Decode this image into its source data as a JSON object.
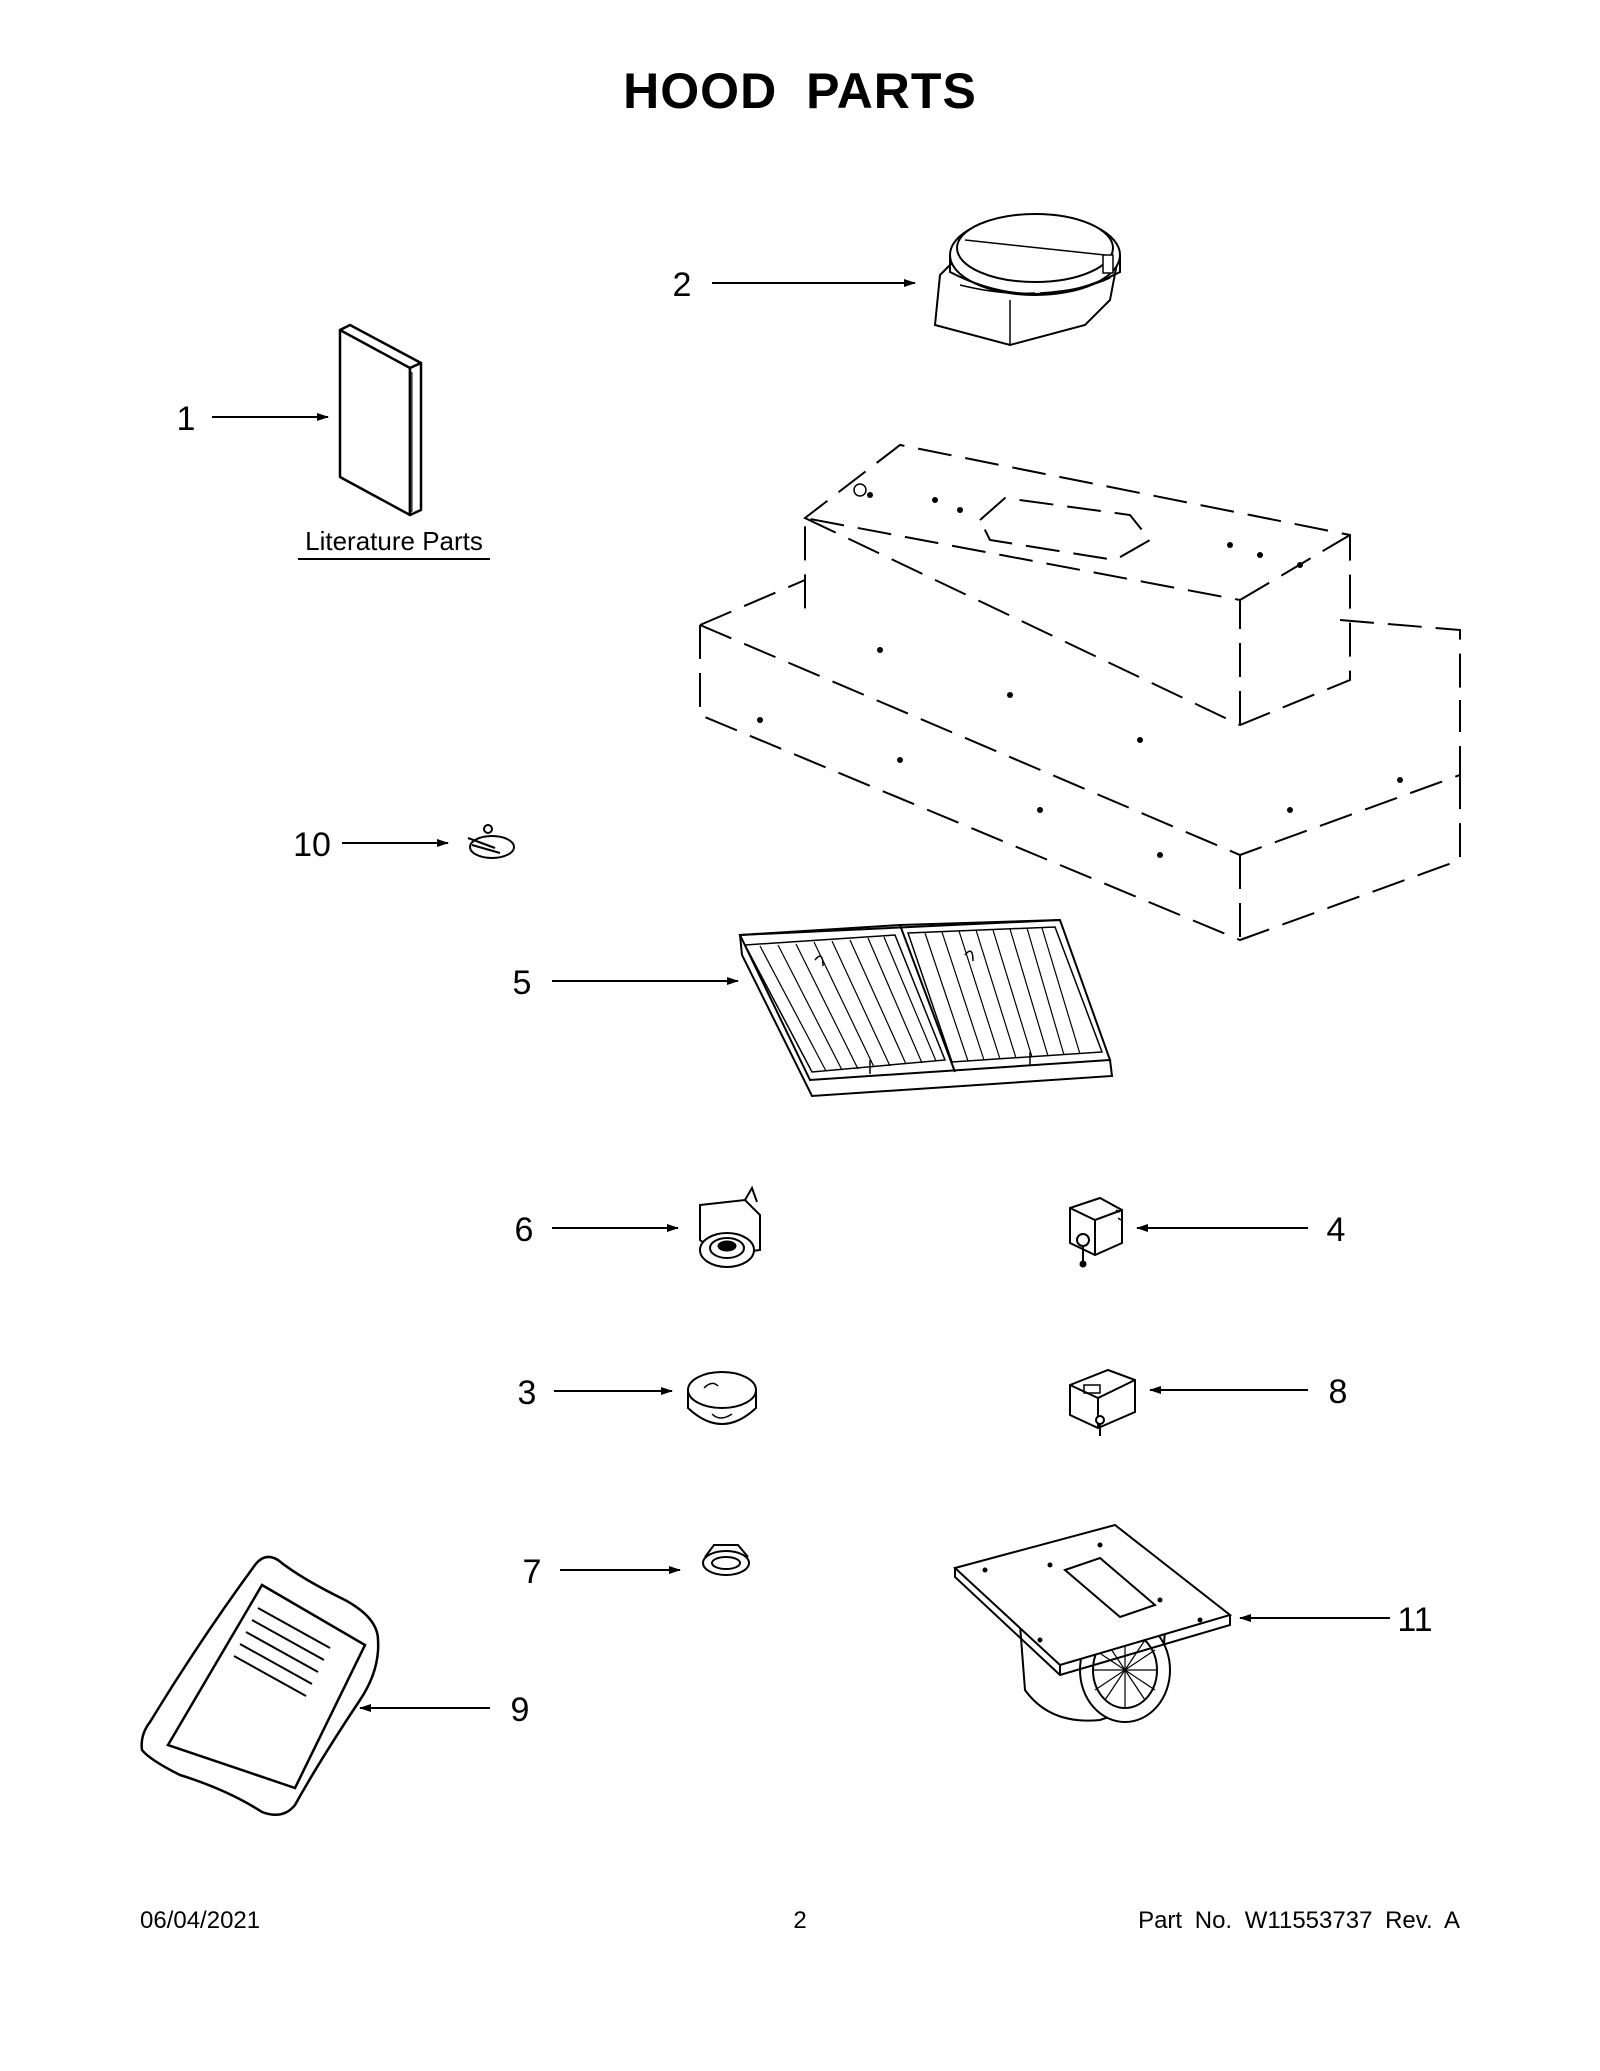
{
  "title": "HOOD PARTS",
  "literature_label": "Literature Parts",
  "callouts": {
    "c1": "1",
    "c2": "2",
    "c3": "3",
    "c4": "4",
    "c5": "5",
    "c6": "6",
    "c7": "7",
    "c8": "8",
    "c9": "9",
    "c10": "10",
    "c11": "11"
  },
  "footer": {
    "date": "06/04/2021",
    "page": "2",
    "part": "Part No.  W11553737  Rev.  A"
  }
}
